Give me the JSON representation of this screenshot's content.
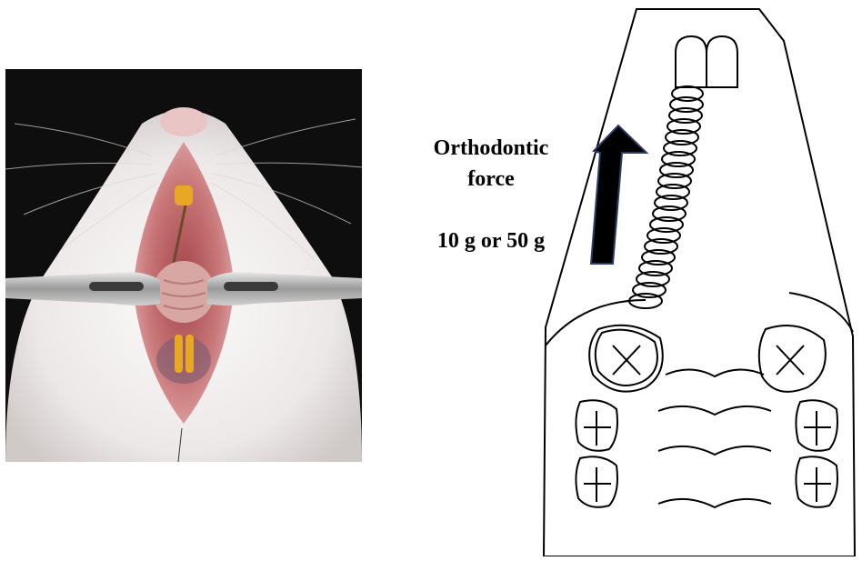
{
  "annotation": {
    "force_line1": "Orthodontic",
    "force_line2": "force",
    "force_value": "10 g  or  50 g"
  },
  "colors": {
    "arrow": "#000000",
    "arrow_outline": "#2b3d66",
    "photo_background": "#0e0e0e",
    "fur": "#f1efee",
    "mouth": "#c9787a",
    "elastic": "#e8a823"
  },
  "icons": [
    "molar-tooth-icon",
    "incisor-icon",
    "coil-spring-icon",
    "force-arrow-icon",
    "palatal-ruga-icon",
    "retractor-icon"
  ]
}
